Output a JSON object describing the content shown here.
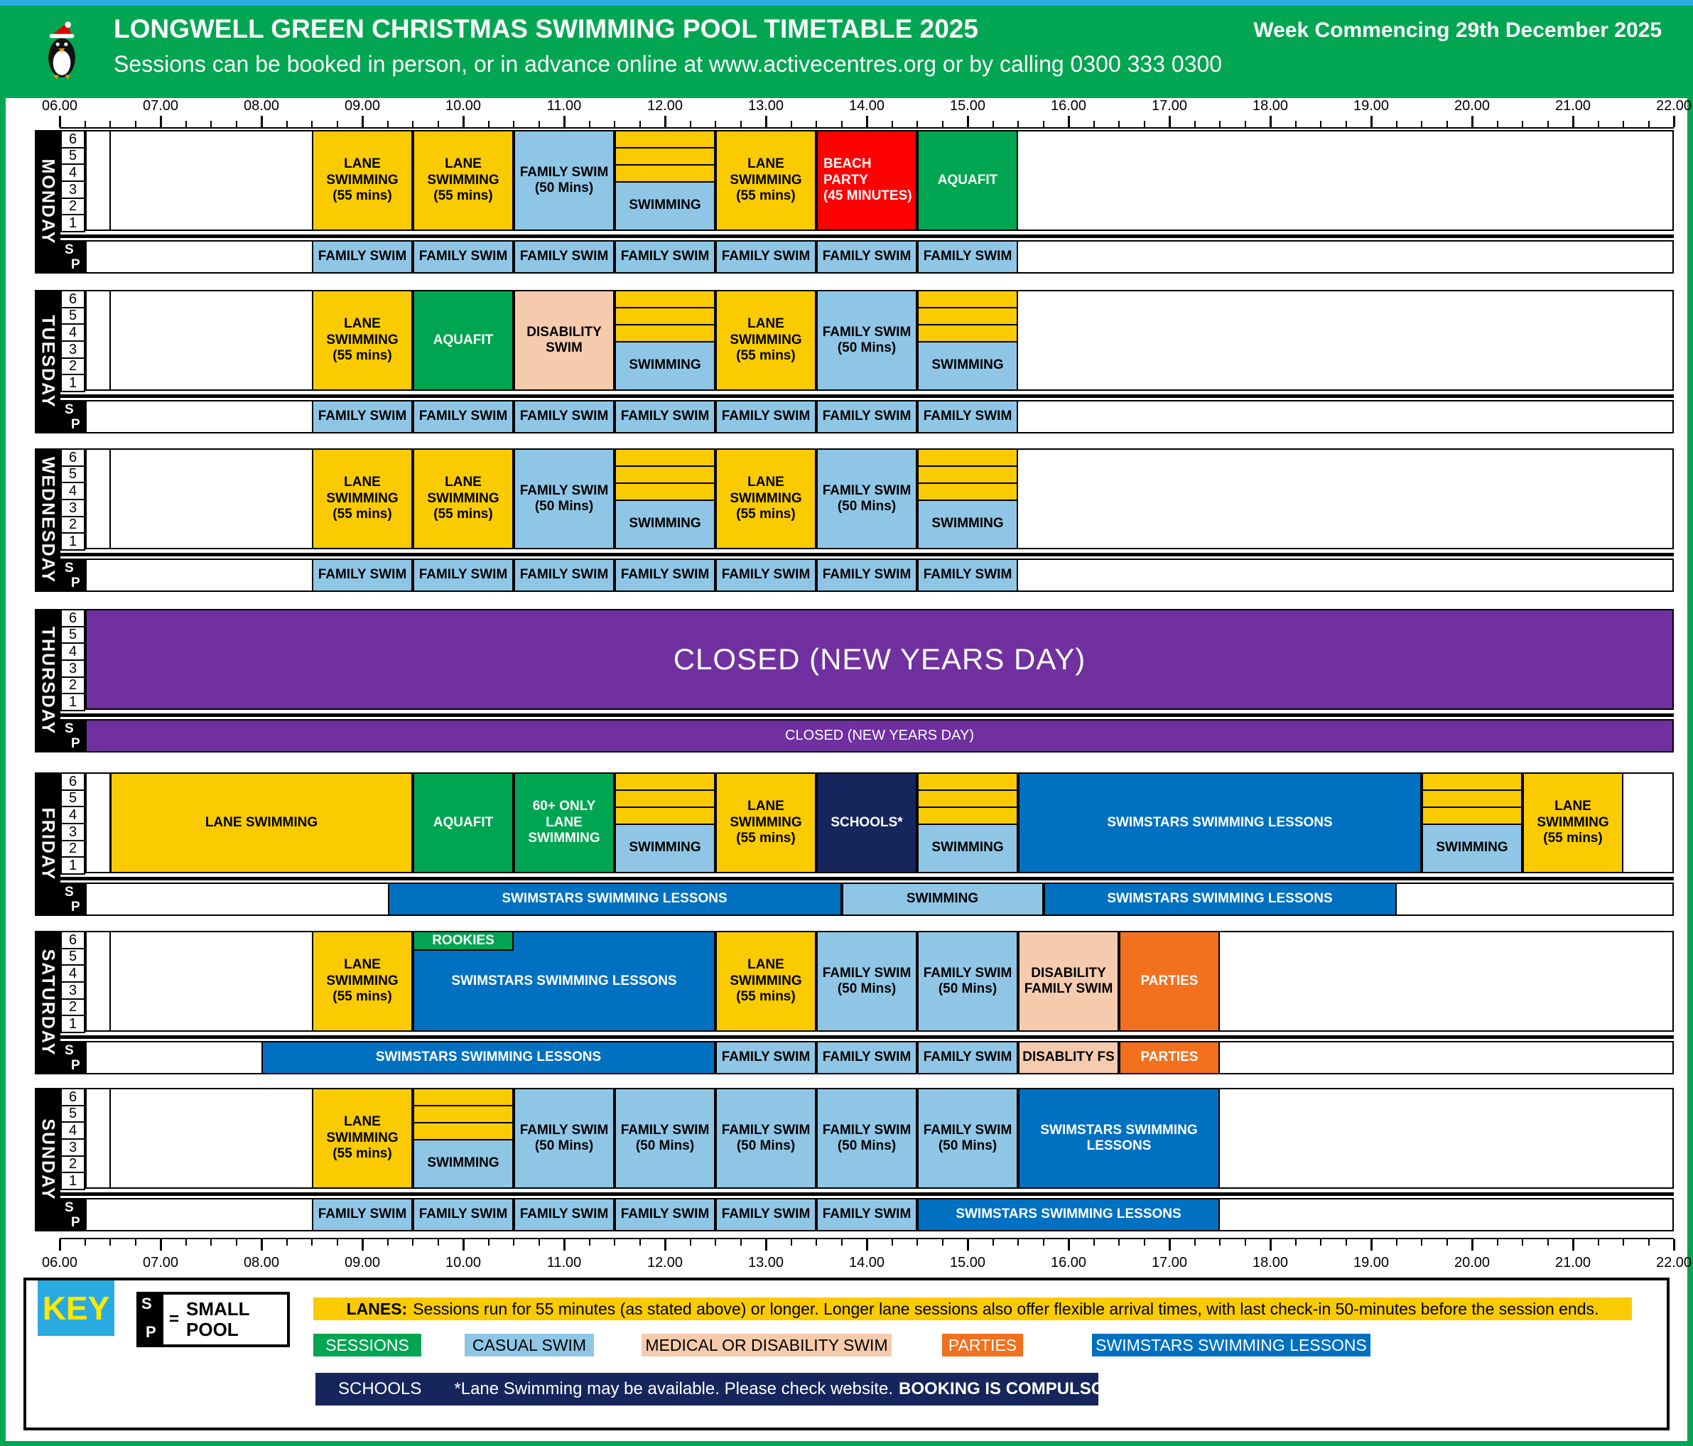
{
  "header": {
    "title": "LONGWELL GREEN CHRISTMAS SWIMMING POOL TIMETABLE 2025",
    "subtitle": "Sessions can be booked in person, or in advance online at www.activecentres.org or by calling 0300 333 0300",
    "week_commencing": "Week Commencing 29th December 2025"
  },
  "axis": {
    "labels": [
      "06.00",
      "07.00",
      "08.00",
      "09.00",
      "10.00",
      "11.00",
      "12.00",
      "13.00",
      "14.00",
      "15.00",
      "16.00",
      "17.00",
      "18.00",
      "19.00",
      "20.00",
      "21.00",
      "22.00"
    ]
  },
  "session_types": {
    "lane": {
      "color": "#F9CB00",
      "text": "#000000"
    },
    "casual": {
      "color": "#8FC6E6",
      "text": "#000000"
    },
    "session_green": {
      "color": "#00A551",
      "text": "#ffffff"
    },
    "party_red": {
      "color": "#FF0000",
      "text": "#ffffff"
    },
    "medical": {
      "color": "#F6CBAD",
      "text": "#000000"
    },
    "parties": {
      "color": "#F3701E",
      "text": "#ffffff"
    },
    "swimstars": {
      "color": "#0070C0",
      "text": "#ffffff"
    },
    "schools": {
      "color": "#16265C",
      "text": "#ffffff"
    },
    "closed": {
      "color": "#7030A0",
      "text": "#ffffff"
    }
  },
  "days": [
    {
      "name": "MONDAY",
      "lanes": [
        "6",
        "5",
        "4",
        "3",
        "2",
        "1"
      ],
      "sp": [
        "S",
        "P"
      ],
      "main": [
        {
          "start": 8.5,
          "end": 9.5,
          "type": "lane",
          "lines": [
            "LANE",
            "SWIMMING",
            "(55 mins)"
          ]
        },
        {
          "start": 9.5,
          "end": 10.5,
          "type": "lane",
          "lines": [
            "LANE",
            "SWIMMING",
            "(55 mins)"
          ]
        },
        {
          "start": 10.5,
          "end": 11.5,
          "type": "casual",
          "lines": [
            "FAMILY SWIM",
            "(50 Mins)"
          ]
        },
        {
          "start": 11.5,
          "end": 12.5,
          "type": "split",
          "label": "SWIMMING"
        },
        {
          "start": 12.5,
          "end": 13.5,
          "type": "lane",
          "lines": [
            "LANE",
            "SWIMMING",
            "(55 mins)"
          ]
        },
        {
          "start": 13.5,
          "end": 14.5,
          "type": "party_red",
          "align": "left",
          "lines": [
            "BEACH",
            "PARTY",
            "(45 MINUTES)"
          ]
        },
        {
          "start": 14.5,
          "end": 15.5,
          "type": "session_green",
          "lines": [
            "AQUAFIT"
          ]
        }
      ],
      "sp_sessions": [
        {
          "start": 8.5,
          "end": 9.5,
          "type": "casual",
          "lines": [
            "FAMILY SWIM"
          ]
        },
        {
          "start": 9.5,
          "end": 10.5,
          "type": "casual",
          "lines": [
            "FAMILY SWIM"
          ]
        },
        {
          "start": 10.5,
          "end": 11.5,
          "type": "casual",
          "lines": [
            "FAMILY SWIM"
          ]
        },
        {
          "start": 11.5,
          "end": 12.5,
          "type": "casual",
          "lines": [
            "FAMILY SWIM"
          ]
        },
        {
          "start": 12.5,
          "end": 13.5,
          "type": "casual",
          "lines": [
            "FAMILY SWIM"
          ]
        },
        {
          "start": 13.5,
          "end": 14.5,
          "type": "casual",
          "lines": [
            "FAMILY SWIM"
          ]
        },
        {
          "start": 14.5,
          "end": 15.5,
          "type": "casual",
          "lines": [
            "FAMILY SWIM"
          ]
        }
      ]
    },
    {
      "name": "TUESDAY",
      "lanes": [
        "6",
        "5",
        "4",
        "3",
        "2",
        "1"
      ],
      "sp": [
        "S",
        "P"
      ],
      "main": [
        {
          "start": 8.5,
          "end": 9.5,
          "type": "lane",
          "lines": [
            "LANE",
            "SWIMMING",
            "(55 mins)"
          ]
        },
        {
          "start": 9.5,
          "end": 10.5,
          "type": "session_green",
          "lines": [
            "AQUAFIT"
          ]
        },
        {
          "start": 10.5,
          "end": 11.5,
          "type": "medical",
          "lines": [
            "DISABILITY",
            "SWIM"
          ]
        },
        {
          "start": 11.5,
          "end": 12.5,
          "type": "split",
          "label": "SWIMMING"
        },
        {
          "start": 12.5,
          "end": 13.5,
          "type": "lane",
          "lines": [
            "LANE",
            "SWIMMING",
            "(55 mins)"
          ]
        },
        {
          "start": 13.5,
          "end": 14.5,
          "type": "casual",
          "lines": [
            "FAMILY SWIM",
            "(50 Mins)"
          ]
        },
        {
          "start": 14.5,
          "end": 15.5,
          "type": "split",
          "label": "SWIMMING"
        }
      ],
      "sp_sessions": [
        {
          "start": 8.5,
          "end": 9.5,
          "type": "casual",
          "lines": [
            "FAMILY SWIM"
          ]
        },
        {
          "start": 9.5,
          "end": 10.5,
          "type": "casual",
          "lines": [
            "FAMILY SWIM"
          ]
        },
        {
          "start": 10.5,
          "end": 11.5,
          "type": "casual",
          "lines": [
            "FAMILY SWIM"
          ]
        },
        {
          "start": 11.5,
          "end": 12.5,
          "type": "casual",
          "lines": [
            "FAMILY SWIM"
          ]
        },
        {
          "start": 12.5,
          "end": 13.5,
          "type": "casual",
          "lines": [
            "FAMILY SWIM"
          ]
        },
        {
          "start": 13.5,
          "end": 14.5,
          "type": "casual",
          "lines": [
            "FAMILY SWIM"
          ]
        },
        {
          "start": 14.5,
          "end": 15.5,
          "type": "casual",
          "lines": [
            "FAMILY SWIM"
          ]
        }
      ]
    },
    {
      "name": "WEDNESDAY",
      "lanes": [
        "6",
        "5",
        "4",
        "3",
        "2",
        "1"
      ],
      "sp": [
        "S",
        "P"
      ],
      "main": [
        {
          "start": 8.5,
          "end": 9.5,
          "type": "lane",
          "lines": [
            "LANE",
            "SWIMMING",
            "(55 mins)"
          ]
        },
        {
          "start": 9.5,
          "end": 10.5,
          "type": "lane",
          "lines": [
            "LANE",
            "SWIMMING",
            "(55 mins)"
          ]
        },
        {
          "start": 10.5,
          "end": 11.5,
          "type": "casual",
          "lines": [
            "FAMILY SWIM",
            "(50 Mins)"
          ]
        },
        {
          "start": 11.5,
          "end": 12.5,
          "type": "split",
          "label": "SWIMMING"
        },
        {
          "start": 12.5,
          "end": 13.5,
          "type": "lane",
          "lines": [
            "LANE",
            "SWIMMING",
            "(55 mins)"
          ]
        },
        {
          "start": 13.5,
          "end": 14.5,
          "type": "casual",
          "lines": [
            "FAMILY SWIM",
            "(50 Mins)"
          ]
        },
        {
          "start": 14.5,
          "end": 15.5,
          "type": "split",
          "label": "SWIMMING"
        }
      ],
      "sp_sessions": [
        {
          "start": 8.5,
          "end": 9.5,
          "type": "casual",
          "lines": [
            "FAMILY SWIM"
          ]
        },
        {
          "start": 9.5,
          "end": 10.5,
          "type": "casual",
          "lines": [
            "FAMILY SWIM"
          ]
        },
        {
          "start": 10.5,
          "end": 11.5,
          "type": "casual",
          "lines": [
            "FAMILY SWIM"
          ]
        },
        {
          "start": 11.5,
          "end": 12.5,
          "type": "casual",
          "lines": [
            "FAMILY SWIM"
          ]
        },
        {
          "start": 12.5,
          "end": 13.5,
          "type": "casual",
          "lines": [
            "FAMILY SWIM"
          ]
        },
        {
          "start": 13.5,
          "end": 14.5,
          "type": "casual",
          "lines": [
            "FAMILY SWIM"
          ]
        },
        {
          "start": 14.5,
          "end": 15.5,
          "type": "casual",
          "lines": [
            "FAMILY SWIM"
          ]
        }
      ]
    },
    {
      "name": "THURSDAY",
      "lanes": [
        "6",
        "5",
        "4",
        "3",
        "2",
        "1"
      ],
      "sp": [
        "S",
        "P"
      ],
      "closed": true,
      "main": [
        {
          "full": true,
          "type": "closed",
          "big": true,
          "lines": [
            "CLOSED (NEW YEARS DAY)"
          ]
        }
      ],
      "sp_sessions": [
        {
          "full": true,
          "type": "closed",
          "plain": true,
          "lines": [
            "CLOSED (NEW YEARS DAY)"
          ]
        }
      ]
    },
    {
      "name": "FRIDAY",
      "lanes": [
        "6",
        "5",
        "4",
        "3",
        "2",
        "1"
      ],
      "sp": [
        "S",
        "P"
      ],
      "main": [
        {
          "start": 6.5,
          "end": 9.5,
          "type": "lane",
          "lines": [
            "LANE SWIMMING"
          ]
        },
        {
          "start": 9.5,
          "end": 10.5,
          "type": "session_green",
          "lines": [
            "AQUAFIT"
          ]
        },
        {
          "start": 10.5,
          "end": 11.5,
          "type": "session_green",
          "lines": [
            "60+ ONLY",
            "LANE",
            "SWIMMING"
          ]
        },
        {
          "start": 11.5,
          "end": 12.5,
          "type": "split",
          "label": "SWIMMING"
        },
        {
          "start": 12.5,
          "end": 13.5,
          "type": "lane",
          "lines": [
            "LANE",
            "SWIMMING",
            "(55 mins)"
          ]
        },
        {
          "start": 13.5,
          "end": 14.5,
          "type": "schools",
          "lines": [
            "SCHOOLS*"
          ]
        },
        {
          "start": 14.5,
          "end": 15.5,
          "type": "split",
          "label": "SWIMMING"
        },
        {
          "start": 15.5,
          "end": 19.5,
          "type": "swimstars",
          "lines": [
            "SWIMSTARS SWIMMING LESSONS"
          ]
        },
        {
          "start": 19.5,
          "end": 20.5,
          "type": "split",
          "label": "SWIMMING"
        },
        {
          "start": 20.5,
          "end": 21.5,
          "type": "lane",
          "lines": [
            "LANE",
            "SWIMMING",
            "(55 mins)"
          ]
        }
      ],
      "sp_sessions": [
        {
          "start": 9.25,
          "end": 13.75,
          "type": "swimstars",
          "lines": [
            "SWIMSTARS SWIMMING LESSONS"
          ]
        },
        {
          "start": 13.75,
          "end": 15.75,
          "type": "casual",
          "lines": [
            "SWIMMING"
          ]
        },
        {
          "start": 15.75,
          "end": 19.25,
          "type": "swimstars",
          "lines": [
            "SWIMSTARS SWIMMING LESSONS"
          ]
        }
      ]
    },
    {
      "name": "SATURDAY",
      "lanes": [
        "6",
        "5",
        "4",
        "3",
        "2",
        "1"
      ],
      "sp": [
        "S",
        "P"
      ],
      "main": [
        {
          "start": 8.5,
          "end": 9.5,
          "type": "lane",
          "lines": [
            "LANE",
            "SWIMMING",
            "(55 mins)"
          ]
        },
        {
          "start": 9.5,
          "end": 12.5,
          "type": "swimstars",
          "lines": [
            "SWIMSTARS SWIMMING LESSONS"
          ]
        },
        {
          "start": 9.5,
          "end": 10.5,
          "type": "session_green",
          "lane": "6",
          "lines": [
            "ROOKIES"
          ]
        },
        {
          "start": 12.5,
          "end": 13.5,
          "type": "lane",
          "lines": [
            "LANE",
            "SWIMMING",
            "(55 mins)"
          ]
        },
        {
          "start": 13.5,
          "end": 14.5,
          "type": "casual",
          "lines": [
            "FAMILY SWIM",
            "(50 Mins)"
          ]
        },
        {
          "start": 14.5,
          "end": 15.5,
          "type": "casual",
          "lines": [
            "FAMILY SWIM",
            "(50 Mins)"
          ]
        },
        {
          "start": 15.5,
          "end": 16.5,
          "type": "medical",
          "lines": [
            "DISABILITY",
            "FAMILY SWIM"
          ]
        },
        {
          "start": 16.5,
          "end": 17.5,
          "type": "parties",
          "lines": [
            "PARTIES"
          ]
        }
      ],
      "sp_sessions": [
        {
          "start": 8.0,
          "end": 12.5,
          "type": "swimstars",
          "lines": [
            "SWIMSTARS SWIMMING LESSONS"
          ]
        },
        {
          "start": 12.5,
          "end": 13.5,
          "type": "casual",
          "lines": [
            "FAMILY SWIM"
          ]
        },
        {
          "start": 13.5,
          "end": 14.5,
          "type": "casual",
          "lines": [
            "FAMILY SWIM"
          ]
        },
        {
          "start": 14.5,
          "end": 15.5,
          "type": "casual",
          "lines": [
            "FAMILY SWIM"
          ]
        },
        {
          "start": 15.5,
          "end": 16.5,
          "type": "medical",
          "lines": [
            "DISABLITY FS"
          ]
        },
        {
          "start": 16.5,
          "end": 17.5,
          "type": "parties",
          "lines": [
            "PARTIES"
          ]
        }
      ]
    },
    {
      "name": "SUNDAY",
      "lanes": [
        "6",
        "5",
        "4",
        "3",
        "2",
        "1"
      ],
      "sp": [
        "S",
        "P"
      ],
      "main": [
        {
          "start": 8.5,
          "end": 9.5,
          "type": "lane",
          "lines": [
            "LANE",
            "SWIMMING",
            "(55 mins)"
          ]
        },
        {
          "start": 9.5,
          "end": 10.5,
          "type": "split",
          "label": "SWIMMING"
        },
        {
          "start": 10.5,
          "end": 11.5,
          "type": "casual",
          "lines": [
            "FAMILY SWIM",
            "(50 Mins)"
          ]
        },
        {
          "start": 11.5,
          "end": 12.5,
          "type": "casual",
          "lines": [
            "FAMILY SWIM",
            "(50 Mins)"
          ]
        },
        {
          "start": 12.5,
          "end": 13.5,
          "type": "casual",
          "lines": [
            "FAMILY SWIM",
            "(50 Mins)"
          ]
        },
        {
          "start": 13.5,
          "end": 14.5,
          "type": "casual",
          "lines": [
            "FAMILY SWIM",
            "(50 Mins)"
          ]
        },
        {
          "start": 14.5,
          "end": 15.5,
          "type": "casual",
          "lines": [
            "FAMILY SWIM",
            "(50 Mins)"
          ]
        },
        {
          "start": 15.5,
          "end": 17.5,
          "type": "swimstars",
          "lines": [
            "SWIMSTARS SWIMMING",
            "LESSONS"
          ]
        }
      ],
      "sp_sessions": [
        {
          "start": 8.5,
          "end": 9.5,
          "type": "casual",
          "lines": [
            "FAMILY SWIM"
          ]
        },
        {
          "start": 9.5,
          "end": 10.5,
          "type": "casual",
          "lines": [
            "FAMILY SWIM"
          ]
        },
        {
          "start": 10.5,
          "end": 11.5,
          "type": "casual",
          "lines": [
            "FAMILY SWIM"
          ]
        },
        {
          "start": 11.5,
          "end": 12.5,
          "type": "casual",
          "lines": [
            "FAMILY SWIM"
          ]
        },
        {
          "start": 12.5,
          "end": 13.5,
          "type": "casual",
          "lines": [
            "FAMILY SWIM"
          ]
        },
        {
          "start": 13.5,
          "end": 14.5,
          "type": "casual",
          "lines": [
            "FAMILY SWIM"
          ]
        },
        {
          "start": 14.5,
          "end": 17.5,
          "type": "swimstars",
          "lines": [
            "SWIMSTARS SWIMMING LESSONS"
          ]
        }
      ]
    }
  ],
  "key": {
    "title": "KEY",
    "small_pool": {
      "s": "S",
      "p": "P",
      "eq": "=",
      "line1": "SMALL",
      "line2": "POOL"
    },
    "lanes_label": "LANES:",
    "lanes_text": "Sessions run for 55 minutes (as stated above) or longer.  Longer lane sessions also offer flexible arrival times, with last check-in 50-minutes before the session ends.",
    "legend": [
      {
        "label": "SESSIONS",
        "type": "session_green"
      },
      {
        "label": "CASUAL SWIM",
        "type": "casual"
      },
      {
        "label": "MEDICAL OR DISABILITY SWIM",
        "type": "medical"
      },
      {
        "label": "PARTIES",
        "type": "parties"
      },
      {
        "label": "SWIMSTARS SWIMMING LESSONS",
        "type": "swimstars"
      }
    ],
    "schools_label": "SCHOOLS",
    "schools_text": "*Lane Swimming may be available. Please check website.",
    "schools_bold": "BOOKING IS COMPULSORY."
  }
}
